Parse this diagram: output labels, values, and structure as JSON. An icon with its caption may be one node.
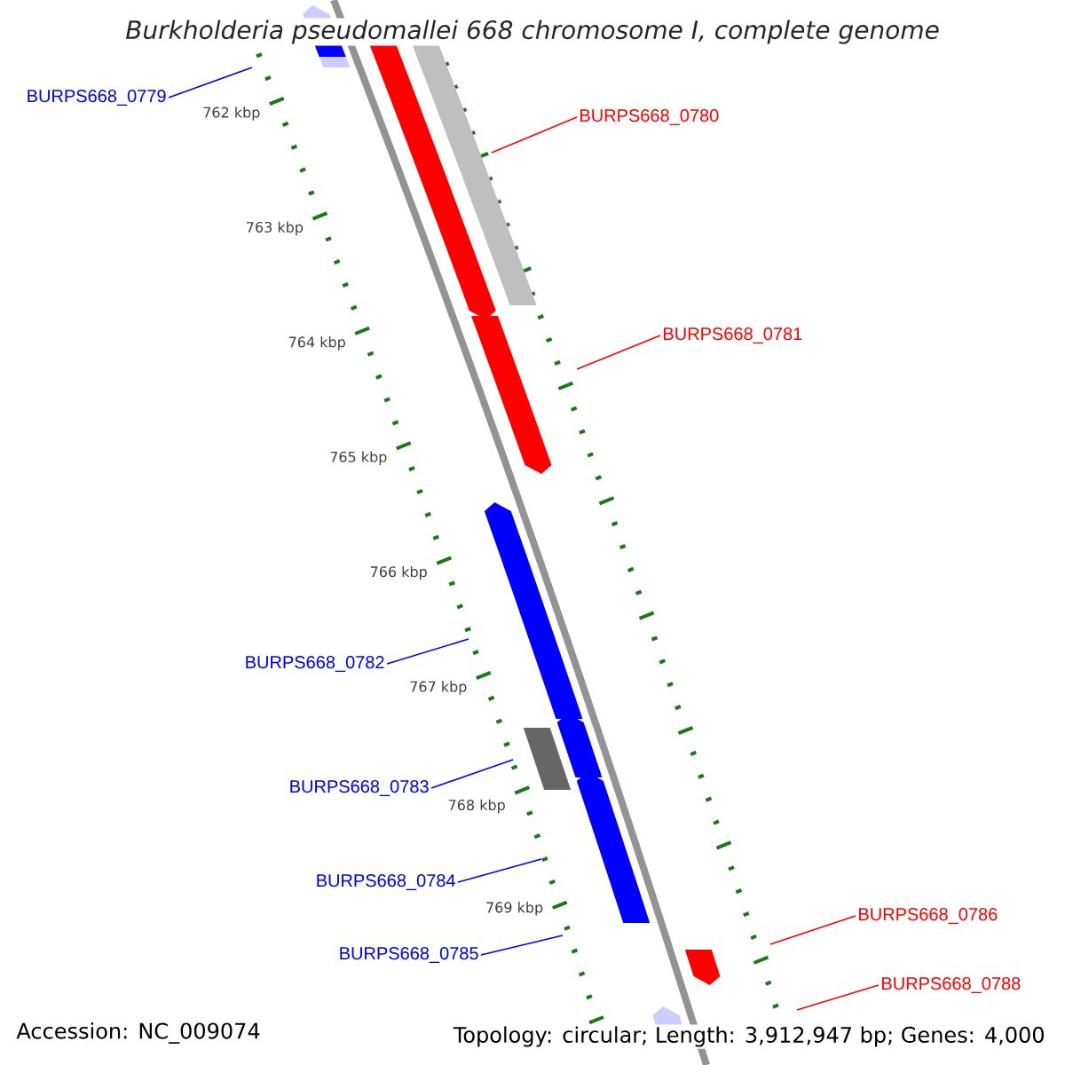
{
  "diagram": {
    "title": "Burkholderia pseudomallei 668 chromosome I, complete genome",
    "nodes": [
      {
        "text": [
          "BURPS668_0779"
        ]
      },
      {
        "text": [
          "BURPS668_0780"
        ]
      },
      {
        "text": [
          "BURPS668_0781"
        ]
      },
      {
        "text": [
          "BURPS668_0782"
        ]
      },
      {
        "text": [
          "BURPS668_0783"
        ]
      },
      {
        "text": [
          "BURPS668_0784"
        ]
      },
      {
        "text": [
          "BURPS668_0785"
        ]
      },
      {
        "text": [
          "BURPS668_0786"
        ]
      },
      {
        "text": [
          "BURPS668_0788"
        ]
      }
    ],
    "edges": [
      {
        "from": 0,
        "to": null,
        "arrow": "none"
      },
      {
        "from": 1,
        "to": null,
        "arrow": "none",
        "color": "#ff0000"
      },
      {
        "from": 2,
        "to": null,
        "arrow": "none",
        "color": "#ff0000"
      },
      {
        "from": 3,
        "to": null,
        "arrow": "none"
      },
      {
        "from": 4,
        "to": null,
        "arrow": "none"
      },
      {
        "from": 5,
        "to": null,
        "arrow": "none"
      },
      {
        "from": 6,
        "to": null,
        "arrow": "none"
      },
      {
        "from": 7,
        "to": null,
        "arrow": "none",
        "color": "#ff0000"
      },
      {
        "from": 8,
        "to": null,
        "arrow": "none",
        "color": "#ff0000"
      }
    ],
    "labels": [
      "762 kbp",
      "763 kbp",
      "764 kbp",
      "765 kbp",
      "766 kbp",
      "767 kbp",
      "768 kbp",
      "769 kbp",
      "Accession: NC_009074",
      "Topology: circular; Length: 3,912,947 bp; Genes: 4,000"
    ]
  }
}
